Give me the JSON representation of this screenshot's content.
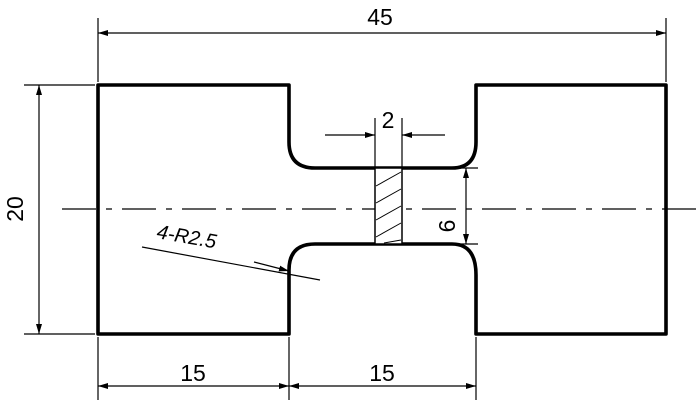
{
  "dimensions": {
    "overall_length": "45",
    "height": "20",
    "left_length": "15",
    "neck_length": "15",
    "gauge_width": "2",
    "neck_height": "6"
  },
  "notes": {
    "fillet_radius": "4-R2.5"
  }
}
